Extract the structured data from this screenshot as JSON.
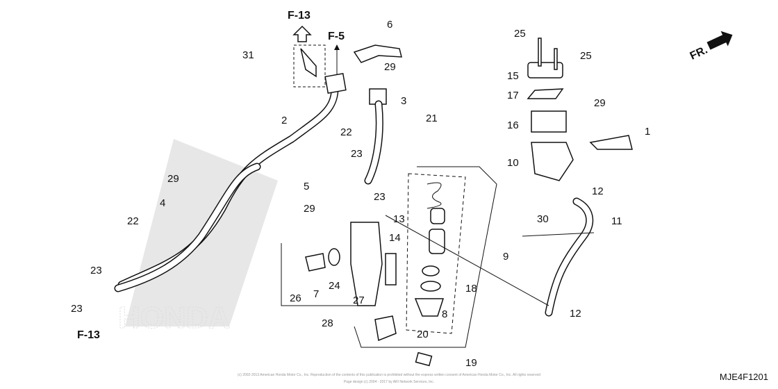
{
  "refs": {
    "f13_top": "F-13",
    "f5": "F-5",
    "f13_bottom": "F-13",
    "front": "FR."
  },
  "callouts": [
    "1",
    "2",
    "3",
    "4",
    "5",
    "6",
    "7",
    "8",
    "9",
    "10",
    "11",
    "12",
    "12",
    "13",
    "14",
    "15",
    "16",
    "17",
    "18",
    "19",
    "20",
    "21",
    "22",
    "22",
    "23",
    "23",
    "23",
    "23",
    "24",
    "25",
    "25",
    "26",
    "27",
    "28",
    "29",
    "29",
    "29",
    "29",
    "30",
    "31"
  ],
  "watermark": "HONDA",
  "copyright": {
    "line1": "(c) 2002-2013 American Honda Motor Co., Inc. Reproduction of the contents of this publication is prohibited without the express written consent of American Honda Motor Co., Inc. All rights reserved",
    "line2": "Page design (c) 2004 - 2017 by ARI Network Services, Inc."
  },
  "diagram_code": "MJE4F1201"
}
